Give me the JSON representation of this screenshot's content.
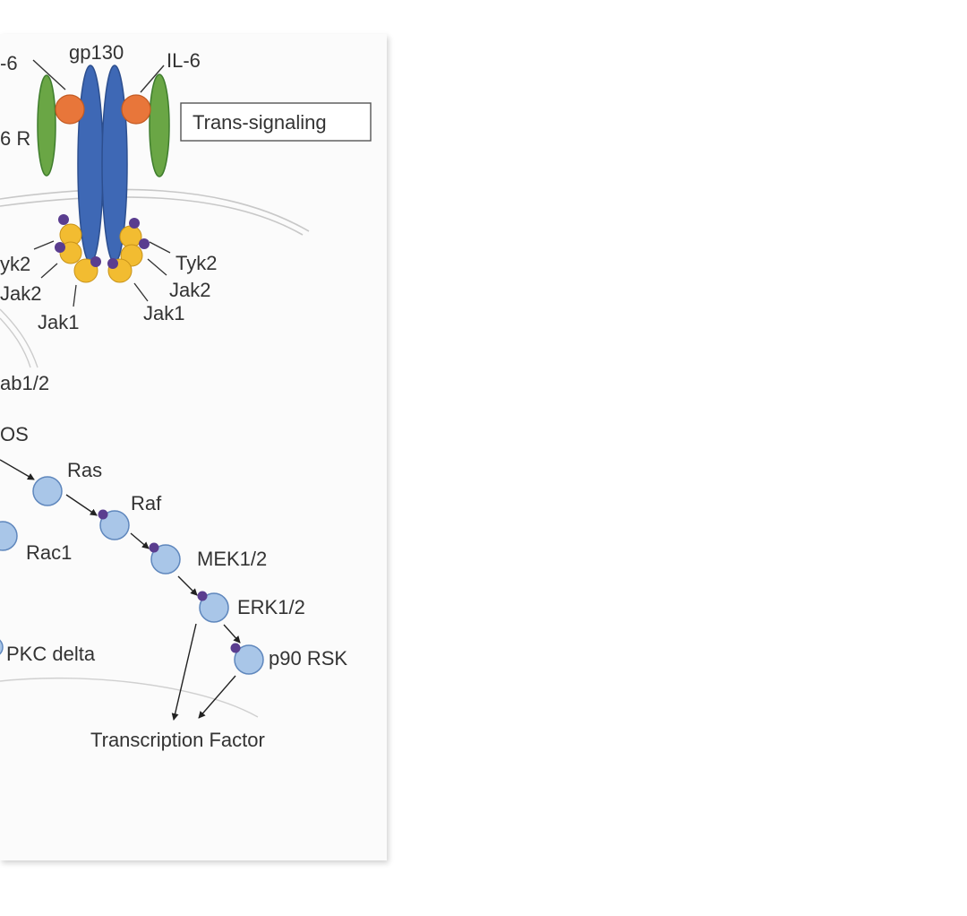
{
  "colors": {
    "gp130": "#3e68b5",
    "il6_ligand": "#e8763a",
    "il6_receptor": "#6aa645",
    "jak": "#f2bc31",
    "phospho": "#5a3d8f",
    "node": "#a9c6e8",
    "node_stroke": "#5f87bd",
    "membrane": "#c8c8c8"
  },
  "labels": {
    "il6_left": "-6",
    "gp130": "gp130",
    "il6_right": "IL-6",
    "il6r_left": "6 R",
    "trans_signaling": "Trans-signaling",
    "tyk2_left": "yk2",
    "jak2_left": "Jak2",
    "jak1_left": "Jak1",
    "tyk2_right": "Tyk2",
    "jak2_right": "Jak2",
    "jak1_right": "Jak1",
    "gab": "ab1/2",
    "sos": "OS",
    "ras": "Ras",
    "raf": "Raf",
    "rac1": "Rac1",
    "mek": "MEK1/2",
    "erk": "ERK1/2",
    "pkc": "PKC delta",
    "rsk": "p90 RSK",
    "tf": "Transcription Factor"
  }
}
